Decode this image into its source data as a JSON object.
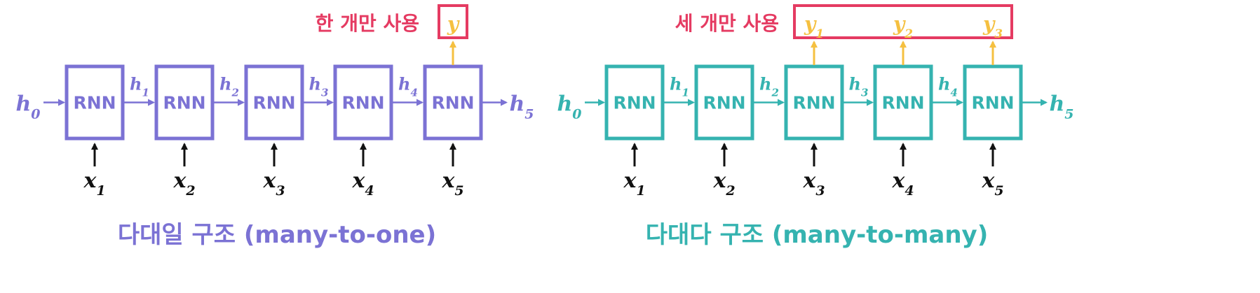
{
  "colors": {
    "purple": "#7b72d4",
    "teal": "#35b3b0",
    "red": "#e53b62",
    "yellow": "#f5c040",
    "black": "#111111"
  },
  "cell_label": "RNN",
  "left": {
    "caption": "다대일 구조 (many-to-one)",
    "callout": "한 개만 사용",
    "h0": {
      "base": "h",
      "sub": "0"
    },
    "hidden": [
      {
        "base": "h",
        "sub": "1"
      },
      {
        "base": "h",
        "sub": "2"
      },
      {
        "base": "h",
        "sub": "3"
      },
      {
        "base": "h",
        "sub": "4"
      }
    ],
    "h_out": {
      "base": "h",
      "sub": "5"
    },
    "inputs": [
      {
        "base": "x",
        "sub": "1"
      },
      {
        "base": "x",
        "sub": "2"
      },
      {
        "base": "x",
        "sub": "3"
      },
      {
        "base": "x",
        "sub": "4"
      },
      {
        "base": "x",
        "sub": "5"
      }
    ],
    "outputs": [
      {
        "cell": 4,
        "base": "y",
        "sub": ""
      }
    ]
  },
  "right": {
    "caption": "다대다 구조 (many-to-many)",
    "callout": "세 개만 사용",
    "h0": {
      "base": "h",
      "sub": "0"
    },
    "hidden": [
      {
        "base": "h",
        "sub": "1"
      },
      {
        "base": "h",
        "sub": "2"
      },
      {
        "base": "h",
        "sub": "3"
      },
      {
        "base": "h",
        "sub": "4"
      }
    ],
    "h_out": {
      "base": "h",
      "sub": "5"
    },
    "inputs": [
      {
        "base": "x",
        "sub": "1"
      },
      {
        "base": "x",
        "sub": "2"
      },
      {
        "base": "x",
        "sub": "3"
      },
      {
        "base": "x",
        "sub": "4"
      },
      {
        "base": "x",
        "sub": "5"
      }
    ],
    "outputs": [
      {
        "cell": 2,
        "base": "y",
        "sub": "1"
      },
      {
        "cell": 3,
        "base": "y",
        "sub": "2"
      },
      {
        "cell": 4,
        "base": "y",
        "sub": "3"
      }
    ]
  }
}
